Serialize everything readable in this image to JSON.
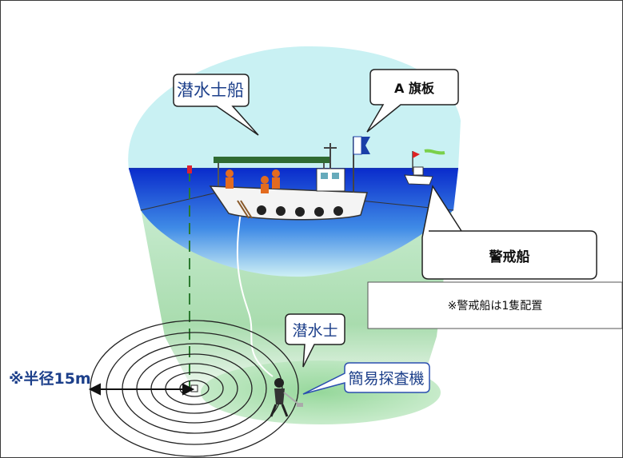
{
  "labels": {
    "diver_boat": "潜水士船",
    "a_flag": "A 旗板",
    "guard_boat": "警戒船",
    "guard_note": "※警戒船は1隻配置",
    "diver": "潜水士",
    "simple_detector": "簡易探査機",
    "radius": "※半径15m"
  },
  "colors": {
    "sky": "#c9f1f3",
    "sea_surface": "#1f4fd0",
    "underwater": "#9fd7a2",
    "callout_border": "#222222",
    "label_blue": "#1c3f8a"
  }
}
